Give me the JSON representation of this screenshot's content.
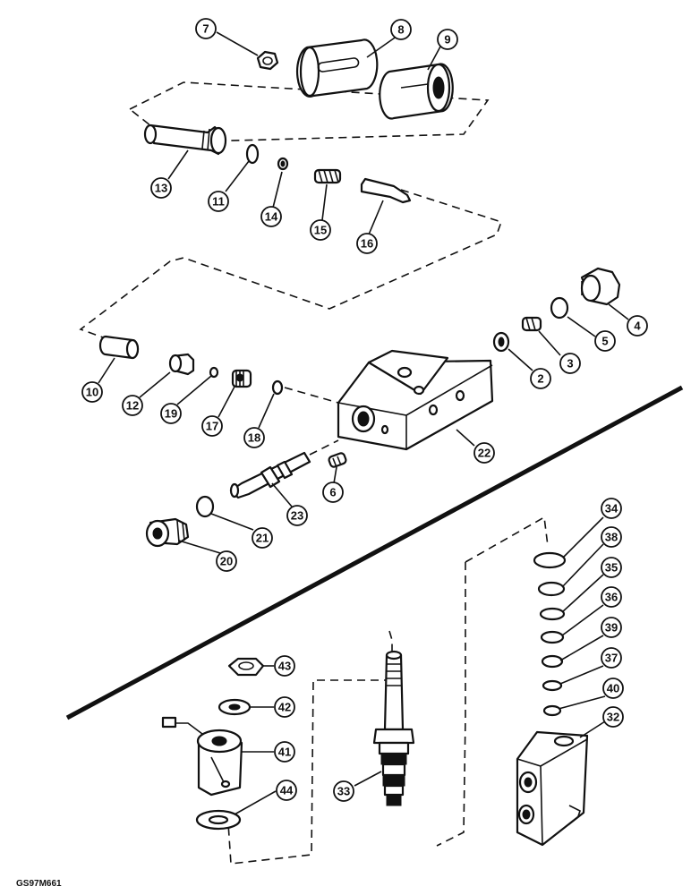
{
  "figure_ref": "GS97M661",
  "callouts": [
    "7",
    "8",
    "9",
    "13",
    "11",
    "14",
    "15",
    "16",
    "4",
    "5",
    "3",
    "2",
    "10",
    "12",
    "19",
    "17",
    "18",
    "22",
    "6",
    "23",
    "21",
    "20",
    "34",
    "38",
    "35",
    "36",
    "39",
    "37",
    "40",
    "32",
    "43",
    "42",
    "41",
    "44",
    "33"
  ],
  "colors": {
    "ink": "#111111",
    "paper": "#ffffff"
  }
}
